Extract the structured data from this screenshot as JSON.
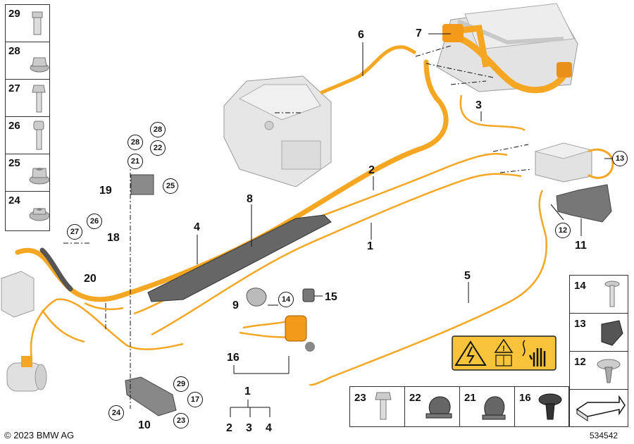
{
  "callouts": {
    "c1": "1",
    "c2": "2",
    "c3": "3",
    "c4": "4",
    "c5": "5",
    "c6": "6",
    "c7": "7",
    "c8": "8",
    "c9": "9",
    "c10": "10",
    "c11": "11",
    "c12": "12",
    "c13": "13",
    "c14": "14",
    "c15": "15",
    "c16": "16",
    "c17": "17",
    "c18": "18",
    "c19": "19",
    "c20": "20",
    "c21": "21",
    "c22": "22",
    "c23": "23",
    "c24": "24",
    "c25": "25",
    "c26": "26",
    "c27": "27",
    "c28": "28",
    "c29": "29"
  },
  "group_key": {
    "parent": "1",
    "children": [
      "2",
      "3",
      "4"
    ]
  },
  "left_panel": [
    "29",
    "28",
    "27",
    "26",
    "25",
    "24"
  ],
  "right_panel": [
    "14",
    "13",
    "12",
    ""
  ],
  "bottom_panel": [
    "23",
    "22",
    "21",
    "16"
  ],
  "footer": {
    "copyright": "© 2023 BMW AG",
    "diagram_number": "534542"
  },
  "colors": {
    "cable_orange": "#f5a623",
    "cable_dark": "#e8901a",
    "component_grey": "#d9d9d9",
    "warning_yellow": "#f6c33a",
    "line_dark": "#111111"
  },
  "icons": {
    "warning_label": "high-voltage-warning-icon",
    "arrow_symbol": "direction-arrow-icon"
  }
}
